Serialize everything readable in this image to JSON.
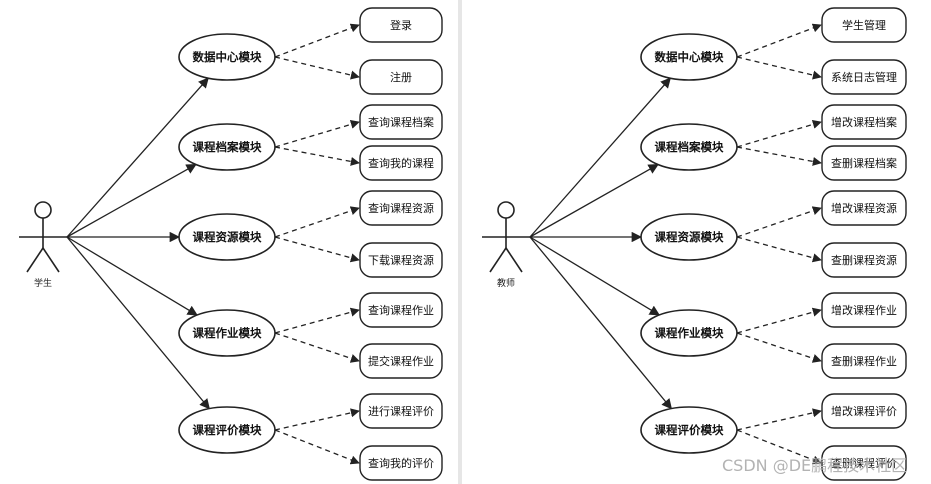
{
  "panels": [
    {
      "actor": "学生",
      "modules": [
        {
          "label": "数据中心模块",
          "items": [
            "登录",
            "注册"
          ]
        },
        {
          "label": "课程档案模块",
          "items": [
            "查询课程档案",
            "查询我的课程"
          ]
        },
        {
          "label": "课程资源模块",
          "items": [
            "查询课程资源",
            "下载课程资源"
          ]
        },
        {
          "label": "课程作业模块",
          "items": [
            "查询课程作业",
            "提交课程作业"
          ]
        },
        {
          "label": "课程评价模块",
          "items": [
            "进行课程评价",
            "查询我的评价"
          ]
        }
      ]
    },
    {
      "actor": "教师",
      "modules": [
        {
          "label": "数据中心模块",
          "items": [
            "学生管理",
            "系统日志管理"
          ]
        },
        {
          "label": "课程档案模块",
          "items": [
            "增改课程档案",
            "查删课程档案"
          ]
        },
        {
          "label": "课程资源模块",
          "items": [
            "增改课程资源",
            "查删课程资源"
          ]
        },
        {
          "label": "课程作业模块",
          "items": [
            "增改课程作业",
            "查删课程作业"
          ]
        },
        {
          "label": "课程评价模块",
          "items": [
            "增改课程评价",
            "查删课程评价"
          ]
        }
      ]
    }
  ],
  "watermark": "CSDN @DE鹏程技术社区"
}
